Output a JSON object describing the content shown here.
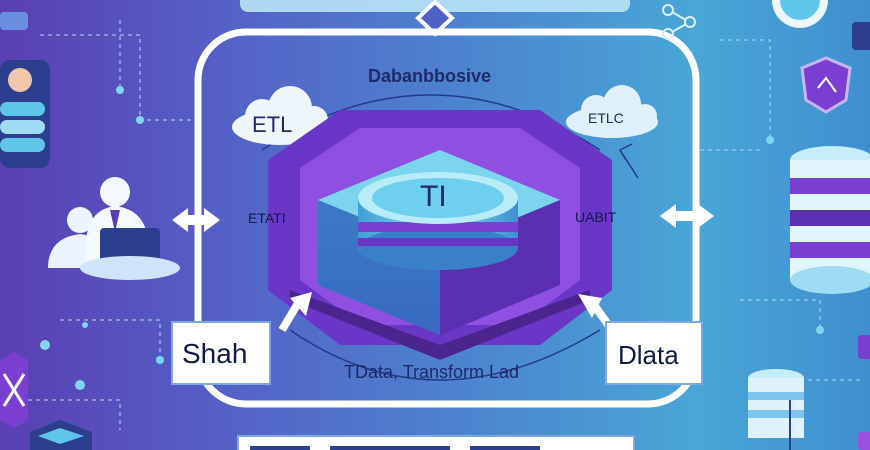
{
  "title_arc": "Dabanbbosive",
  "cloud_left": "ETL",
  "cloud_right": "ETLC",
  "side_left": "ETATI",
  "side_right": "UABIT",
  "cylinder_label": "TI",
  "box_left": "Shah",
  "box_right": "Dlata",
  "bottom_arc": "TData, Transform Lad",
  "colors": {
    "purple": "#7a3fd0",
    "cyan": "#5ad0ea",
    "frame": "#ffffff",
    "navy": "#1e2a6a"
  }
}
